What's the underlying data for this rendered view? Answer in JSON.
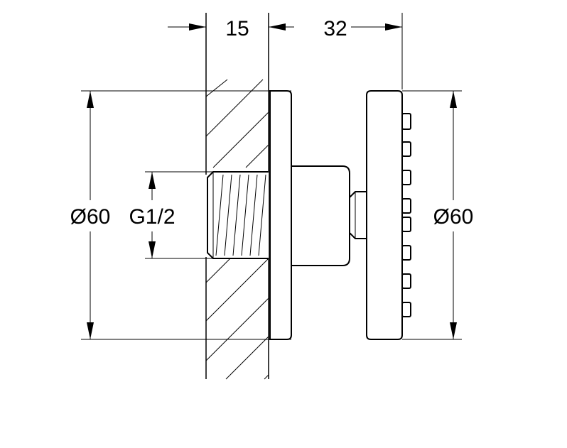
{
  "dimensions": {
    "wall_depth": "15",
    "projection": "32",
    "plate_diameter": "Ø60",
    "head_diameter": "Ø60",
    "thread": "G1/2"
  }
}
